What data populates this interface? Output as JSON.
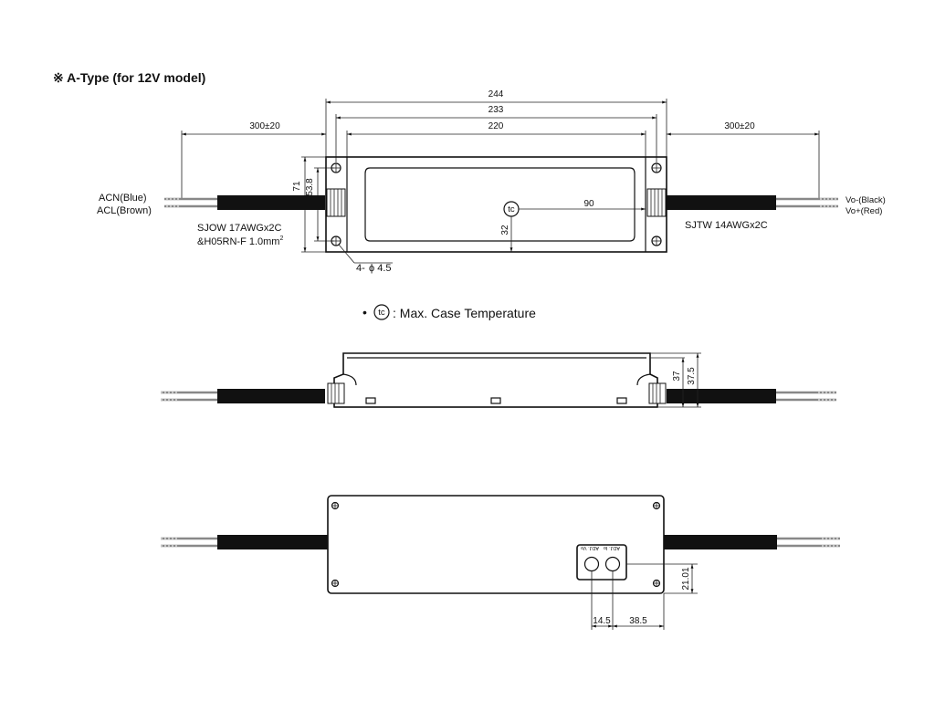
{
  "title": "※ A-Type (for 12V model)",
  "top_view": {
    "dim_overall": "244",
    "dim_hole_spacing": "233",
    "dim_body": "220",
    "dim_left_cable": "300±20",
    "dim_right_cable": "300±20",
    "dim_height": "71",
    "dim_hole_v": "53.8",
    "dim_tc_x": "90",
    "dim_tc_y": "32",
    "tc_symbol": "tc",
    "input_label_1": "ACN(Blue)",
    "input_label_2": "ACL(Brown)",
    "input_cable_1": "SJOW 17AWGx2C",
    "input_cable_2": "&H05RN-F 1.0mm",
    "input_cable_sup": "2",
    "output_cable": "SJTW 14AWGx2C",
    "output_label_1": "Vo-(Black)",
    "output_label_2": "Vo+(Red)",
    "mount_holes": "4-",
    "mount_hole_dia": "ϕ 4.5"
  },
  "note": {
    "bullet": "•",
    "symbol": "tc",
    "text": ": Max. Case Temperature"
  },
  "side_view": {
    "dim_height_1": "37",
    "dim_height_2": "37.5"
  },
  "bottom_view": {
    "pot_label_1": "ADJ. Vo",
    "pot_label_2": "ADJ. Io",
    "dim_pot_y": "21.01",
    "dim_pot_spacing": "14.5",
    "dim_pot_x": "38.5"
  }
}
